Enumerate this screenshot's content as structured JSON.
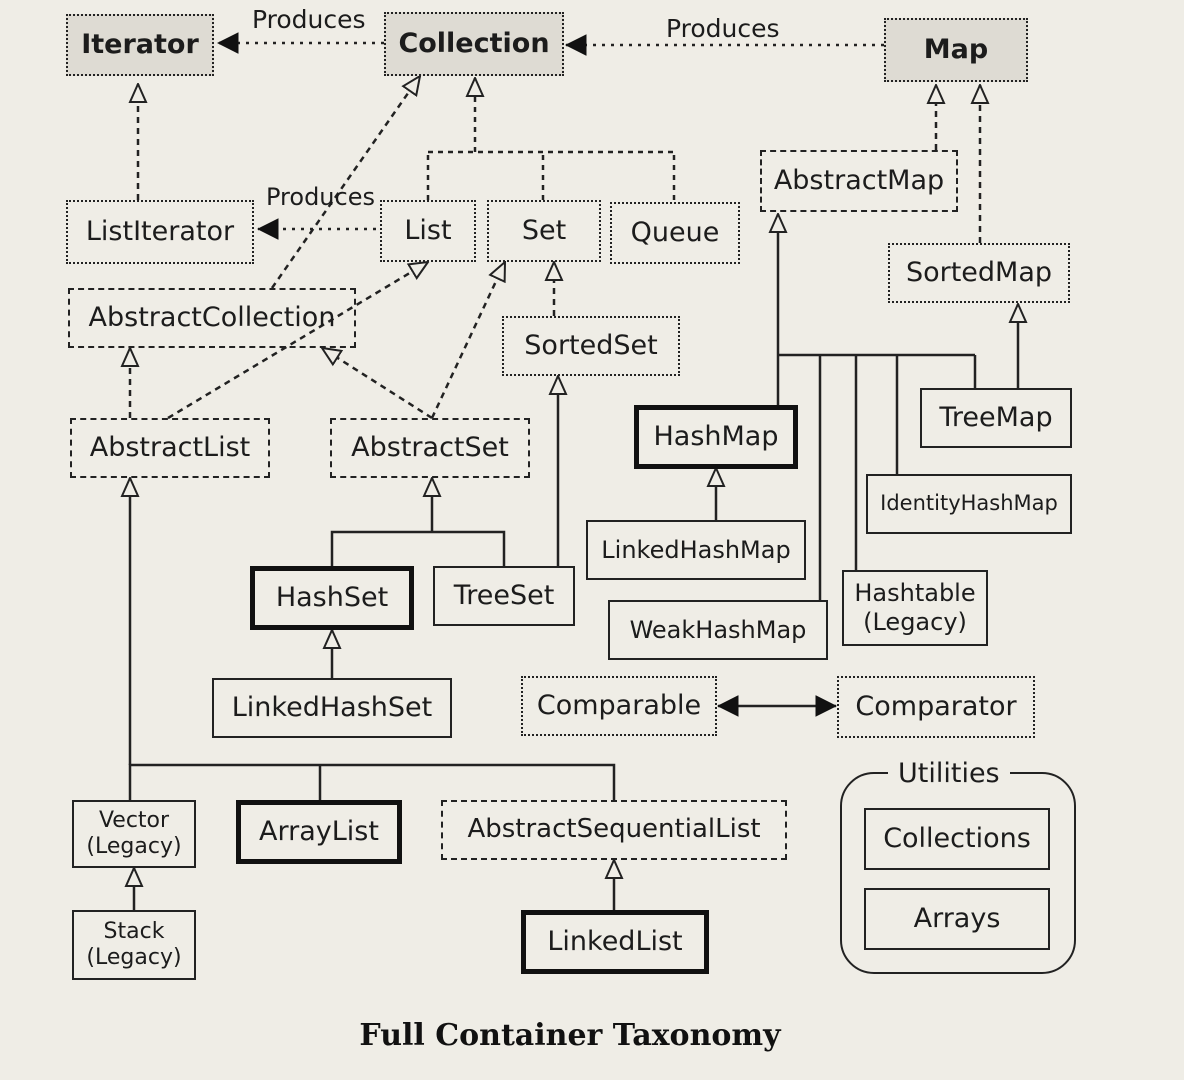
{
  "caption": "Full Container Taxonomy",
  "relation_labels": {
    "iterator_produces": "Produces",
    "map_produces": "Produces",
    "list_produces": "Produces"
  },
  "interfaces": {
    "iterator": "Iterator",
    "collection": "Collection",
    "map": "Map",
    "list_iterator": "ListIterator",
    "list": "List",
    "set": "Set",
    "queue": "Queue",
    "sorted_set": "SortedSet",
    "sorted_map": "SortedMap",
    "comparable": "Comparable",
    "comparator": "Comparator"
  },
  "abstract_classes": {
    "abstract_map": "AbstractMap",
    "abstract_collection": "AbstractCollection",
    "abstract_list": "AbstractList",
    "abstract_set": "AbstractSet",
    "abstract_sequential_list": "AbstractSequentialList"
  },
  "classes": {
    "hash_map": "HashMap",
    "tree_map": "TreeMap",
    "identity_hash_map": "IdentityHashMap",
    "linked_hash_map": "LinkedHashMap",
    "hashtable_line1": "Hashtable",
    "hashtable_line2": "(Legacy)",
    "weak_hash_map": "WeakHashMap",
    "hash_set": "HashSet",
    "tree_set": "TreeSet",
    "linked_hash_set": "LinkedHashSet",
    "vector_line1": "Vector",
    "vector_line2": "(Legacy)",
    "stack_line1": "Stack",
    "stack_line2": "(Legacy)",
    "array_list": "ArrayList",
    "linked_list": "LinkedList"
  },
  "utilities": {
    "title": "Utilities",
    "collections": "Collections",
    "arrays": "Arrays"
  },
  "colors": {
    "ink": "#222222",
    "paper": "#efede6",
    "shaded": "#dedbd3"
  }
}
